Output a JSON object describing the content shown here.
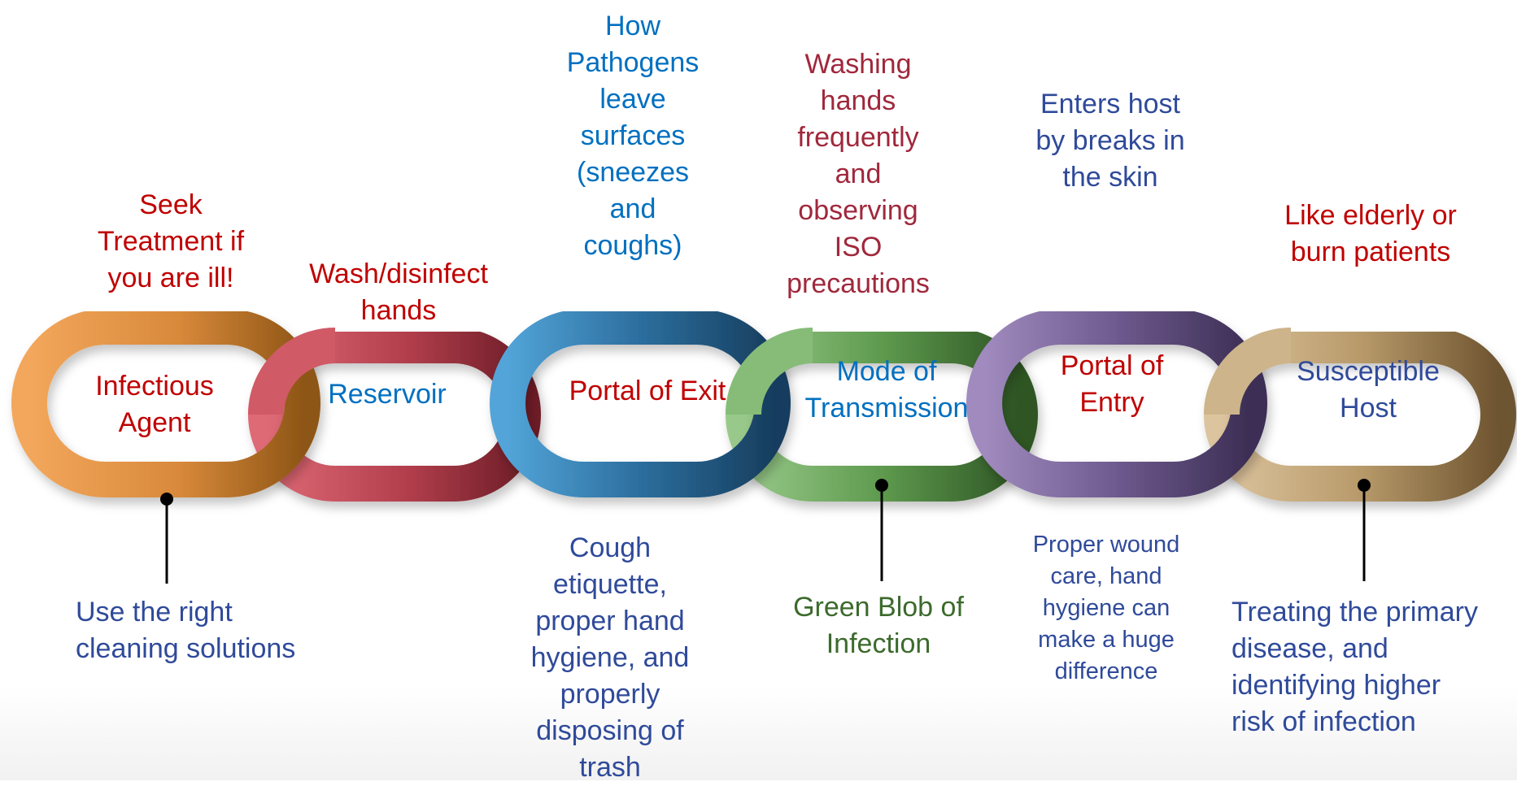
{
  "colors": {
    "red_text": "#C00000",
    "blue_text": "#0070C0",
    "navy_text": "#2F4A9A",
    "maroon_text": "#A0283C",
    "green_text": "#3C6A2C",
    "link_orange": "#D8893A",
    "link_red": "#B23E4C",
    "link_blue": "#2C6E9E",
    "link_green": "#5E9A4E",
    "link_purple": "#6E5A8E",
    "link_tan": "#B89A6A"
  },
  "links": [
    {
      "label": "Infectious\nAgent",
      "color_key": "red_text"
    },
    {
      "label": "Reservoir",
      "color_key": "blue_text"
    },
    {
      "label": "Portal of Exit",
      "color_key": "red_text"
    },
    {
      "label": "Mode of\nTransmission",
      "color_key": "blue_text"
    },
    {
      "label": "Portal of\nEntry",
      "color_key": "red_text"
    },
    {
      "label": "Susceptible\nHost",
      "color_key": "navy_text"
    }
  ],
  "annotations_top": [
    {
      "text": "Seek\nTreatment if\nyou are ill!"
    },
    {
      "text": "Wash/disinfect\nhands"
    },
    {
      "text": "How\nPathogens\nleave\nsurfaces\n(sneezes\nand\ncoughs)"
    },
    {
      "text": "Washing\nhands\nfrequently\nand\nobserving\nISO\nprecautions"
    },
    {
      "text": "Enters host\nby breaks in\nthe skin"
    },
    {
      "text": "Like elderly or\nburn patients"
    }
  ],
  "annotations_bottom": [
    {
      "text": "Use the right\ncleaning solutions"
    },
    {
      "text": "Cough\netiquette,\nproper hand\nhygiene, and\nproperly\ndisposing of\ntrash"
    },
    {
      "text": "Green Blob of\nInfection"
    },
    {
      "text": "Proper wound\ncare, hand\nhygiene can\nmake a huge\ndifference"
    },
    {
      "text": "Treating the primary\ndisease, and\nidentifying higher\nrisk of infection"
    }
  ]
}
